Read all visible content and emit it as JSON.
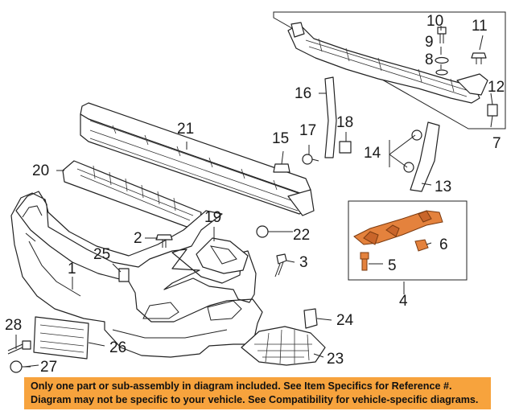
{
  "callouts": {
    "c2": "2",
    "c3": "3",
    "c4": "4",
    "c5": "5",
    "c6": "6",
    "c7": "7",
    "c8": "8",
    "c9": "9",
    "c10": "10",
    "c11": "11",
    "c12": "12",
    "c13": "13",
    "c14": "14",
    "c15": "15",
    "c16": "16",
    "c17": "17",
    "c18": "18",
    "c19": "19",
    "c20": "20",
    "c21": "21",
    "c22": "22",
    "c23": "23",
    "c24": "24",
    "c25": "25",
    "c26": "26",
    "c27": "27",
    "c28": "28",
    "c1": "1"
  },
  "notice": {
    "line1": "Only one part or sub-assembly in diagram included. See Item Specifics for Reference #.",
    "line2": "Diagram may not be specific to your vehicle. See Compatibility for vehicle-specific diagrams."
  },
  "colors": {
    "banner": "#f7a33d",
    "highlight_part": "#e4823d"
  }
}
